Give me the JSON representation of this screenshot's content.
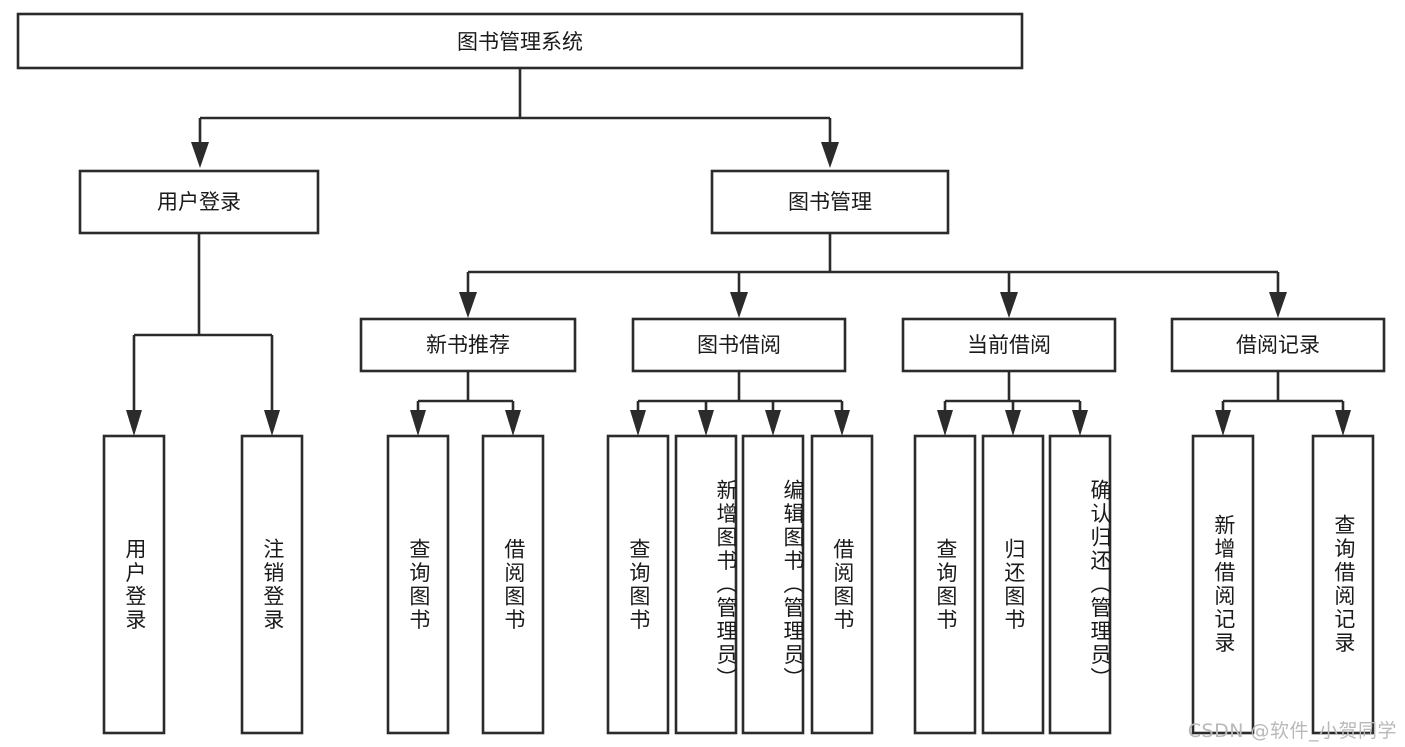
{
  "diagram": {
    "title": "图书管理系统",
    "type": "tree-hierarchy-chart",
    "root": {
      "id": "root",
      "label": "图书管理系统"
    },
    "level2": [
      {
        "id": "user-login",
        "label": "用户登录"
      },
      {
        "id": "book-management",
        "label": "图书管理"
      }
    ],
    "level3": [
      {
        "id": "new-book-recommend",
        "label": "新书推荐",
        "parent": "book-management"
      },
      {
        "id": "book-borrow",
        "label": "图书借阅",
        "parent": "book-management"
      },
      {
        "id": "current-borrow",
        "label": "当前借阅",
        "parent": "book-management"
      },
      {
        "id": "borrow-record",
        "label": "借阅记录",
        "parent": "book-management"
      }
    ],
    "leaves": [
      {
        "id": "leaf-user-login",
        "label": "用户登录",
        "parent": "user-login"
      },
      {
        "id": "leaf-logout",
        "label": "注销登录",
        "parent": "user-login"
      },
      {
        "id": "leaf-query-book-1",
        "label": "查询图书",
        "parent": "new-book-recommend"
      },
      {
        "id": "leaf-borrow-book-1",
        "label": "借阅图书",
        "parent": "new-book-recommend"
      },
      {
        "id": "leaf-query-book-2",
        "label": "查询图书",
        "parent": "book-borrow"
      },
      {
        "id": "leaf-add-book",
        "label": "新增图书（管理员）",
        "parent": "book-borrow"
      },
      {
        "id": "leaf-edit-book",
        "label": "编辑图书（管理员）",
        "parent": "book-borrow"
      },
      {
        "id": "leaf-borrow-book-2",
        "label": "借阅图书",
        "parent": "book-borrow"
      },
      {
        "id": "leaf-query-book-3",
        "label": "查询图书",
        "parent": "current-borrow"
      },
      {
        "id": "leaf-return-book",
        "label": "归还图书",
        "parent": "current-borrow"
      },
      {
        "id": "leaf-confirm-return",
        "label": "确认归还（管理员）",
        "parent": "current-borrow"
      },
      {
        "id": "leaf-add-record",
        "label": "新增借阅记录",
        "parent": "borrow-record"
      },
      {
        "id": "leaf-query-record",
        "label": "查询借阅记录",
        "parent": "borrow-record"
      }
    ]
  },
  "watermark": {
    "text": "CSDN @软件_小贺同学"
  },
  "colors": {
    "box_stroke": "#2b2b2b",
    "box_fill": "#ffffff",
    "text": "#1a1a1a",
    "background": "#ffffff",
    "watermark": "#b9b9b9"
  }
}
